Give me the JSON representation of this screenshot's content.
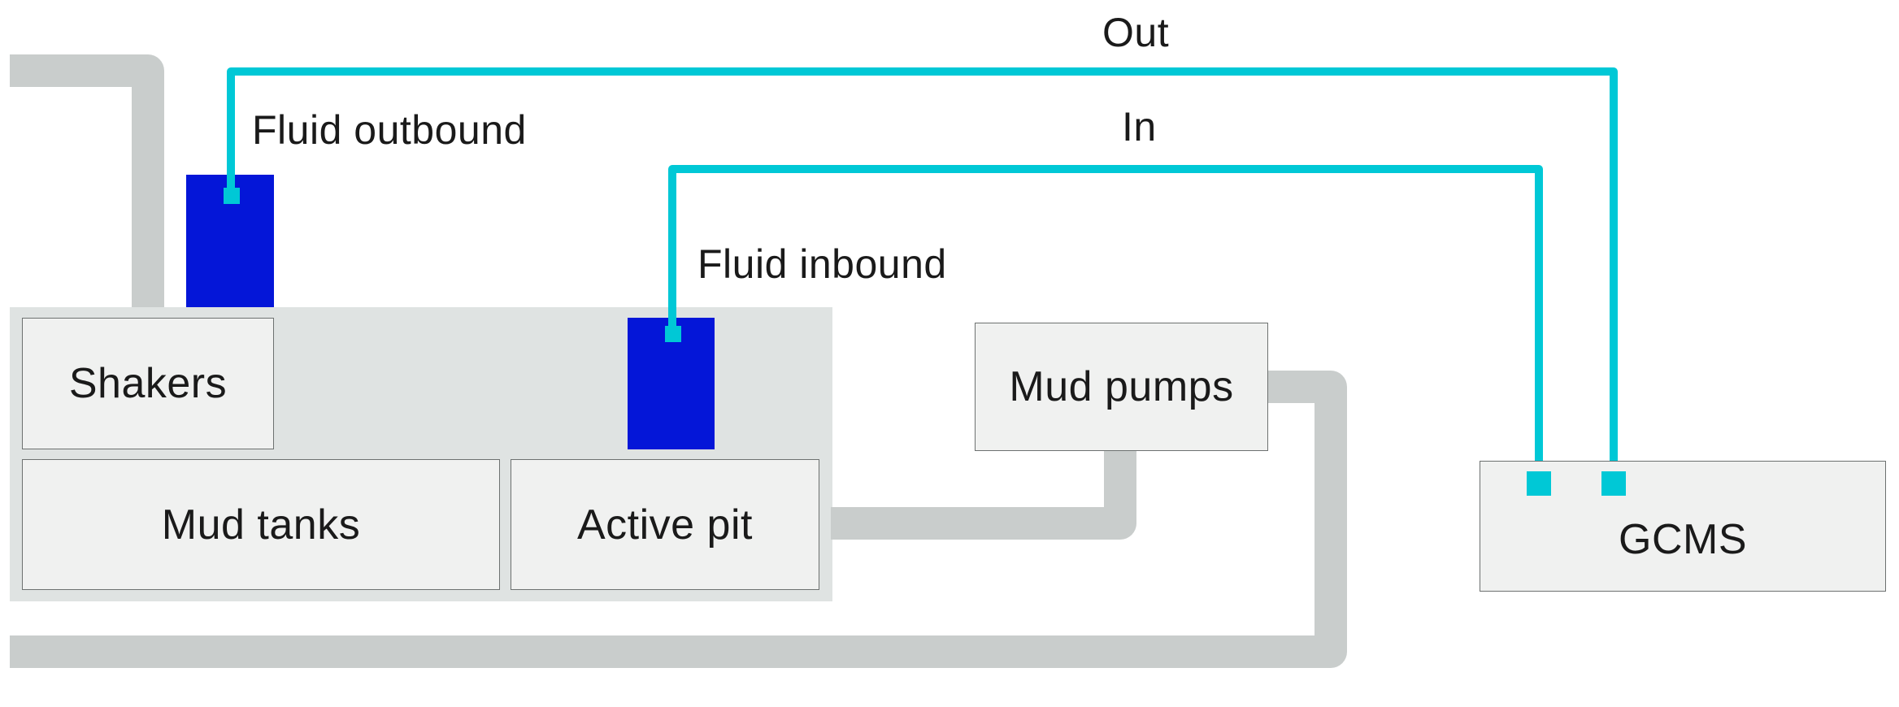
{
  "colors": {
    "pipe": "#c9cdcc",
    "platform": "#dfe3e2",
    "box_fill": "#f0f1f0",
    "box_border": "#6d7170",
    "sensor": "#0416d8",
    "signal_line": "#00c8d6",
    "text": "#1a1a1a"
  },
  "boxes": {
    "shakers": "Shakers",
    "mud_tanks": "Mud tanks",
    "active_pit": "Active pit",
    "mud_pumps": "Mud pumps",
    "gcms": "GCMS"
  },
  "labels": {
    "fluid_outbound": "Fluid outbound",
    "fluid_inbound": "Fluid inbound",
    "out": "Out",
    "in": "In"
  }
}
